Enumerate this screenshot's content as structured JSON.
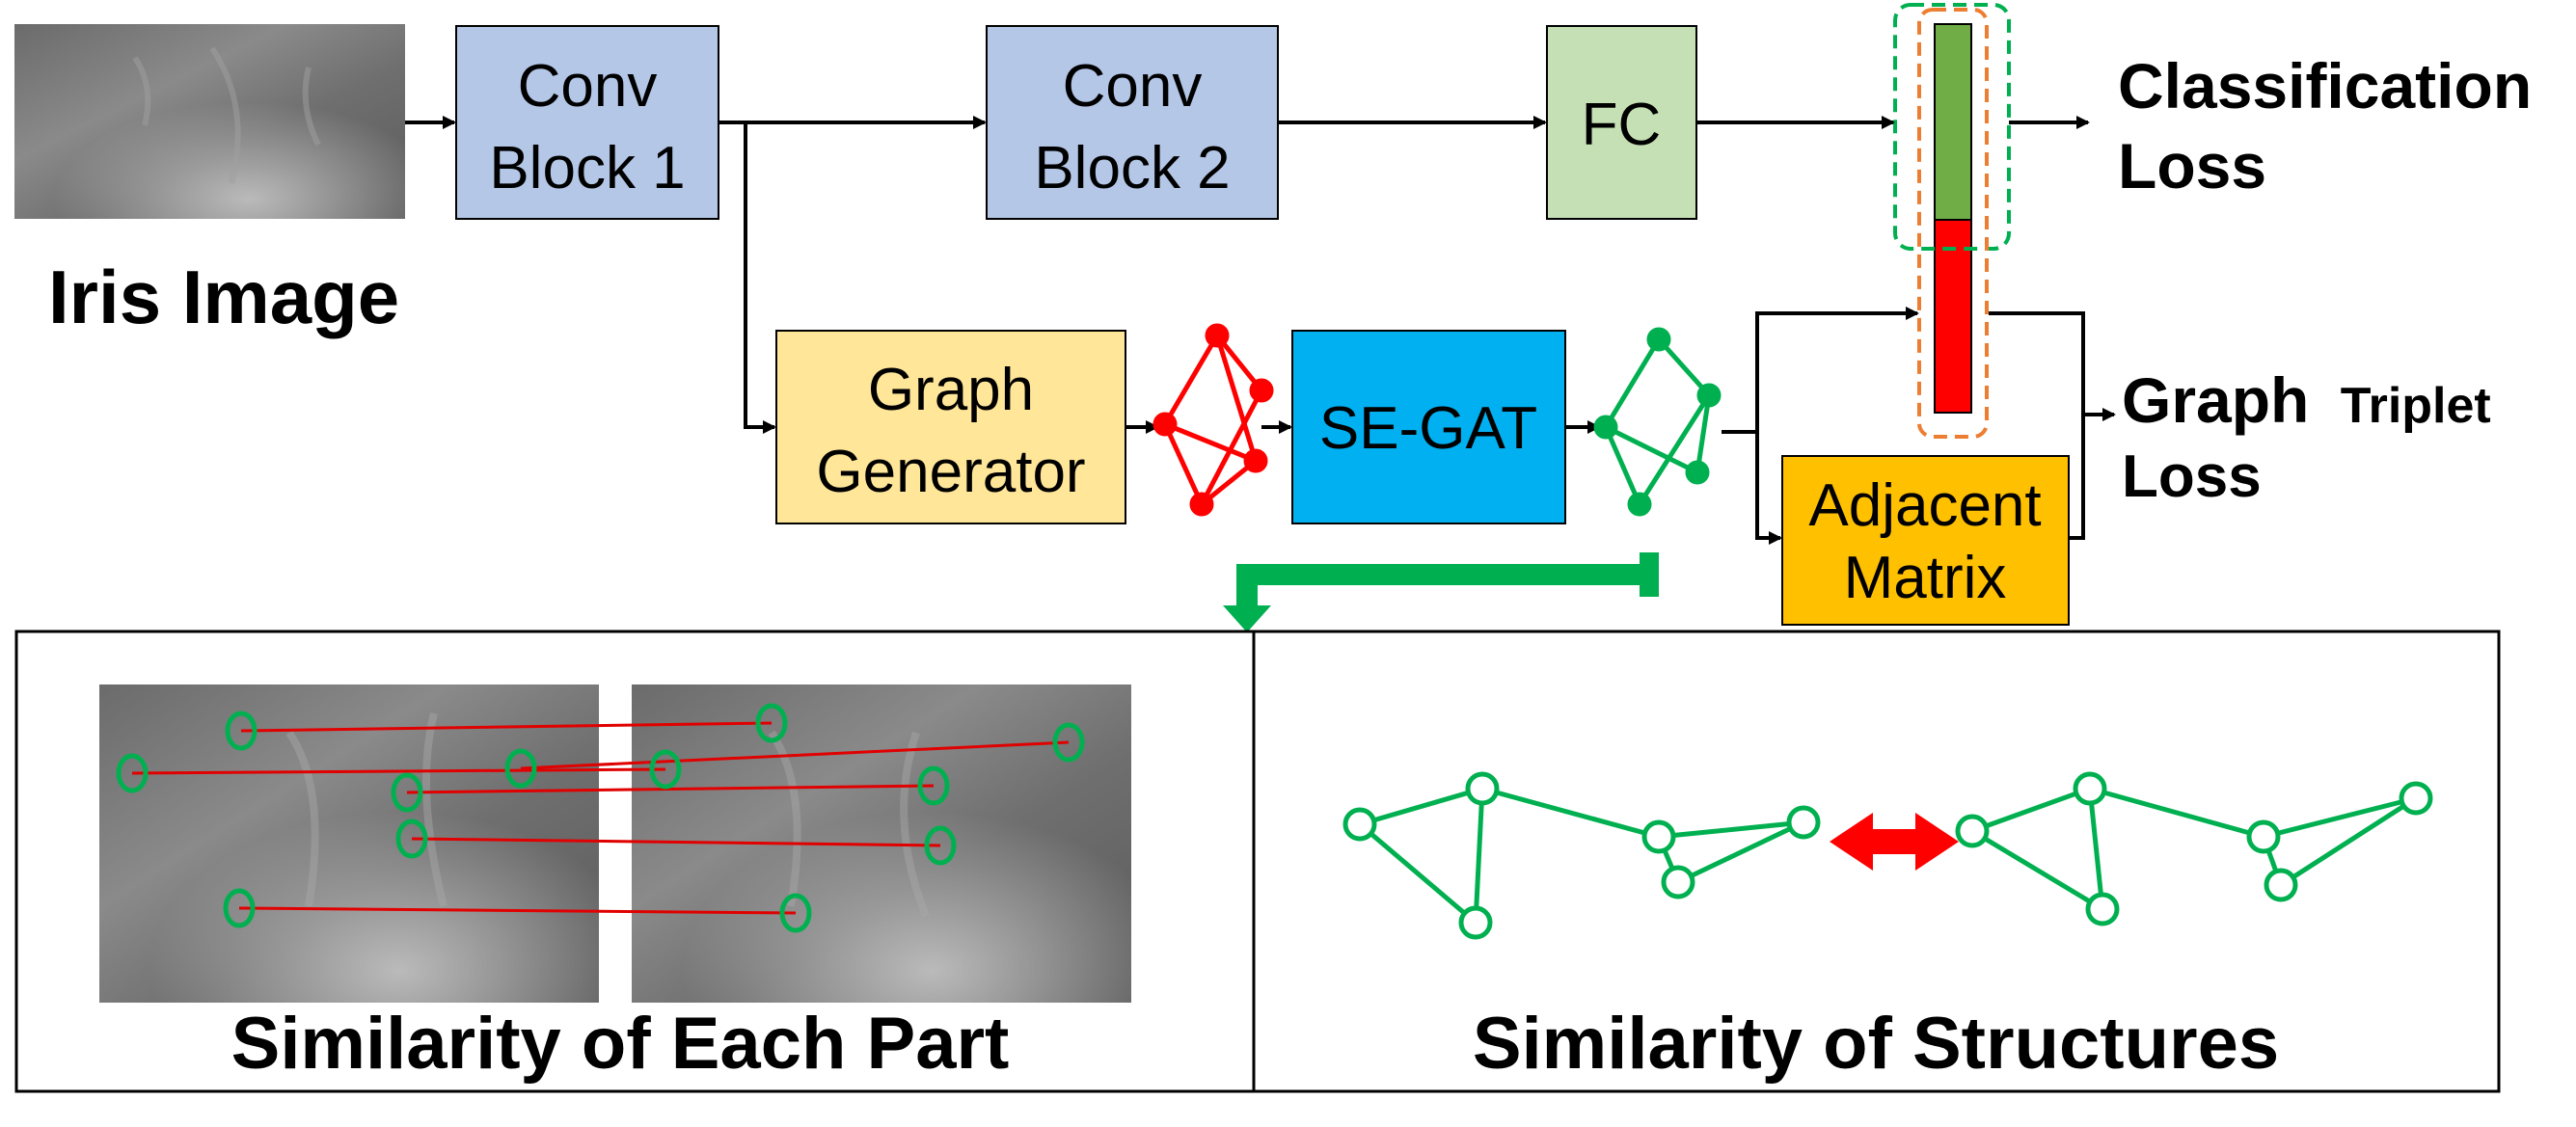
{
  "input": {
    "caption": "Iris Image"
  },
  "blocks": {
    "conv1": {
      "line1": "Conv",
      "line2": "Block 1",
      "color": "#b4c7e7"
    },
    "conv2": {
      "line1": "Conv",
      "line2": "Block 2",
      "color": "#b4c7e7"
    },
    "fc": {
      "label": "FC",
      "color": "#c5e0b4"
    },
    "graph_generator": {
      "line1": "Graph",
      "line2": "Generator",
      "color": "#ffe699"
    },
    "segat": {
      "label": "SE-GAT",
      "color": "#00b0f0"
    },
    "adjacent": {
      "line1": "Adjacent",
      "line2": "Matrix",
      "color": "#ffc000"
    }
  },
  "losses": {
    "classification": {
      "line1": "Classification",
      "line2": "Loss"
    },
    "graph_triplet": {
      "line1_bold": "Graph",
      "line1_rest": "Triplet",
      "line2": "Loss"
    }
  },
  "feature_bar": {
    "top_color": "#70ad47",
    "bottom_color": "#ff0000",
    "green_outline": "#00b050",
    "orange_outline": "#ed7d31"
  },
  "bottom_panels": {
    "left_caption": "Similarity of Each Part",
    "right_caption": "Similarity of Structures"
  },
  "colors": {
    "graph_red": "#ff0000",
    "graph_green": "#00b050",
    "arrow_green": "#00b050",
    "match_line": "#e00000"
  }
}
